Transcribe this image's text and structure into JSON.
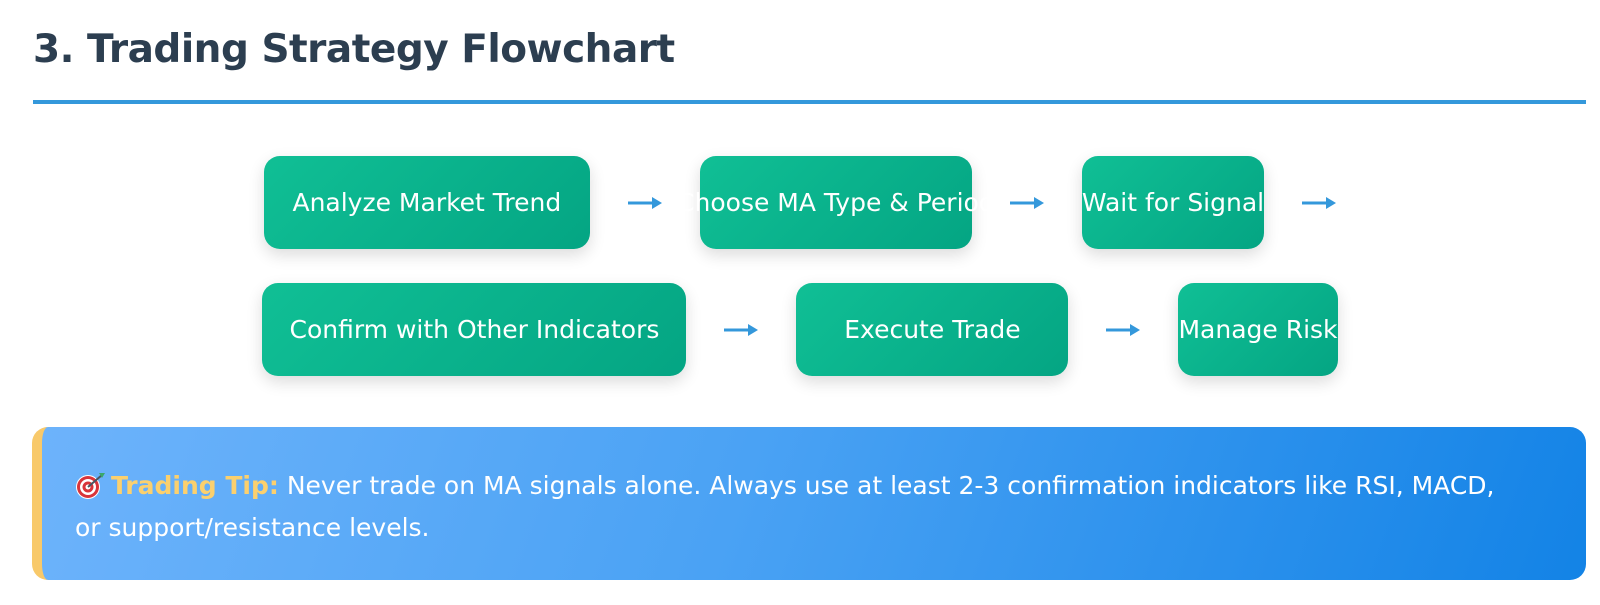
{
  "section": {
    "title": "3. Trading Strategy Flowchart"
  },
  "flowchart": {
    "row1": [
      "Analyze Market Trend",
      "Choose MA Type & Period",
      "Wait for Signal"
    ],
    "row2": [
      "Confirm with Other Indicators",
      "Execute Trade",
      "Manage Risk"
    ],
    "arrow_icon": "arrow-right-icon"
  },
  "tip": {
    "icon": "target-icon",
    "label": "Trading Tip:",
    "text": " Never trade on MA signals alone. Always use at least 2-3 confirmation indicators like RSI, MACD, or support/resistance levels."
  },
  "colors": {
    "title": "#2c3e50",
    "rule": "#3498db",
    "step_bg": "#04a583",
    "arrow": "#3498db",
    "tip_accent": "#f8c96a",
    "tip_label": "#fbd06e",
    "tip_bg": "#1383e6"
  }
}
